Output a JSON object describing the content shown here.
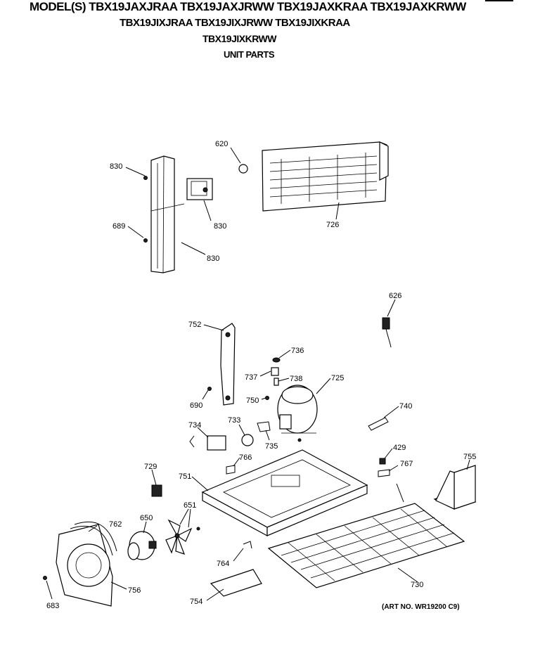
{
  "header": {
    "models_line1": "MODEL(S) TBX19JAXJRAA  TBX19JAXJRWW  TBX19JAXKRAA  TBX19JAXKRWW",
    "models_line2": "TBX19JIXJRAA  TBX19JIXJRWW  TBX19JIXKRAA",
    "models_line3": "TBX19JIXKRWW",
    "section": "UNIT PARTS"
  },
  "art_number": "(ART NO. WR19200 C9)",
  "callouts": [
    "830",
    "689",
    "830",
    "830",
    "620",
    "726",
    "626",
    "752",
    "736",
    "737",
    "738",
    "725",
    "690",
    "750",
    "740",
    "734",
    "733",
    "735",
    "429",
    "766",
    "767",
    "755",
    "729",
    "751",
    "762",
    "650",
    "651",
    "756",
    "683",
    "764",
    "730",
    "754"
  ]
}
